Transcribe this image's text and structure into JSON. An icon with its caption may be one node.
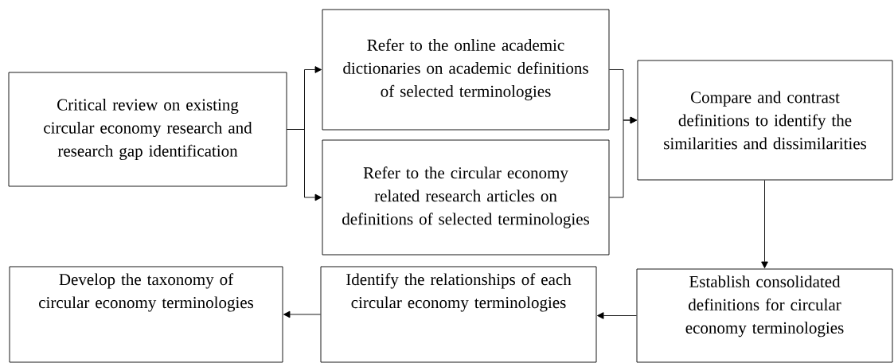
{
  "diagram": {
    "nodes": [
      {
        "text": [
          "Critical review on existing circular economy research and research gap identification"
        ]
      },
      {
        "text": [
          "Refer to the online academic dictionaries on academic definitions of selected terminologies"
        ]
      },
      {
        "text": [
          "Refer to the circular economy related research articles on definitions of selected terminologies"
        ]
      },
      {
        "text": [
          "Compare and contrast definitions to identify the similarities and dissimilarities"
        ]
      },
      {
        "text": [
          "Establish consolidated definitions for circular economy terminologies"
        ]
      },
      {
        "text": [
          "Identify the relationships of each circular economy terminologies"
        ]
      },
      {
        "text": [
          "Develop the taxonomy of circular economy terminologies"
        ]
      }
    ],
    "edges": [
      {
        "from": 0,
        "to": 1,
        "arrow": "to"
      },
      {
        "from": 0,
        "to": 2,
        "arrow": "to"
      },
      {
        "from": 1,
        "to": 3,
        "arrow": "to"
      },
      {
        "from": 2,
        "to": 3,
        "arrow": "to"
      },
      {
        "from": 3,
        "to": 4,
        "arrow": "to"
      },
      {
        "from": 4,
        "to": 5,
        "arrow": "to"
      },
      {
        "from": 5,
        "to": 6,
        "arrow": "to"
      }
    ]
  }
}
